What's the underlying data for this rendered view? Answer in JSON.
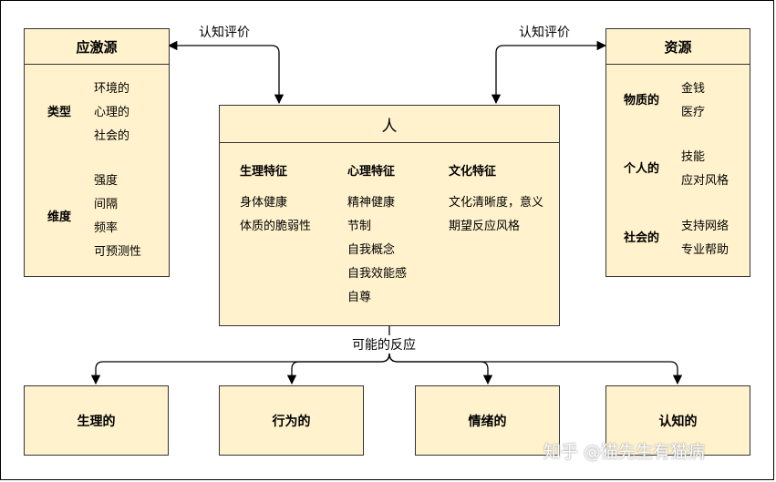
{
  "stressor": {
    "title": "应激源",
    "type_label": "类型",
    "type_items": [
      "环境的",
      "心理的",
      "社会的"
    ],
    "dimension_label": "维度",
    "dimension_items": [
      "强度",
      "间隔",
      "频率",
      "可预测性"
    ]
  },
  "resources": {
    "title": "资源",
    "material_label": "物质的",
    "material_items": [
      "金钱",
      "医疗"
    ],
    "personal_label": "个人的",
    "personal_items": [
      "技能",
      "应对风格"
    ],
    "social_label": "社会的",
    "social_items": [
      "支持网络",
      "专业帮助"
    ]
  },
  "person": {
    "title": "人",
    "physio_title": "生理特征",
    "physio_items": [
      "身体健康",
      "体质的脆弱性"
    ],
    "psych_title": "心理特征",
    "psych_items": [
      "精神健康",
      "节制",
      "自我概念",
      "自我效能感",
      "自尊"
    ],
    "culture_title": "文化特征",
    "culture_items": [
      "文化清晰度，意义",
      "期望反应风格"
    ]
  },
  "arrows": {
    "left_label": "认知评价",
    "right_label": "认知评价",
    "bottom_label": "可能的反应"
  },
  "responses": [
    "生理的",
    "行为的",
    "情绪的",
    "认知的"
  ],
  "watermark": "知乎 @猫先生有猫病",
  "colors": {
    "box_fill": "#fff2cc",
    "border": "#333333"
  }
}
